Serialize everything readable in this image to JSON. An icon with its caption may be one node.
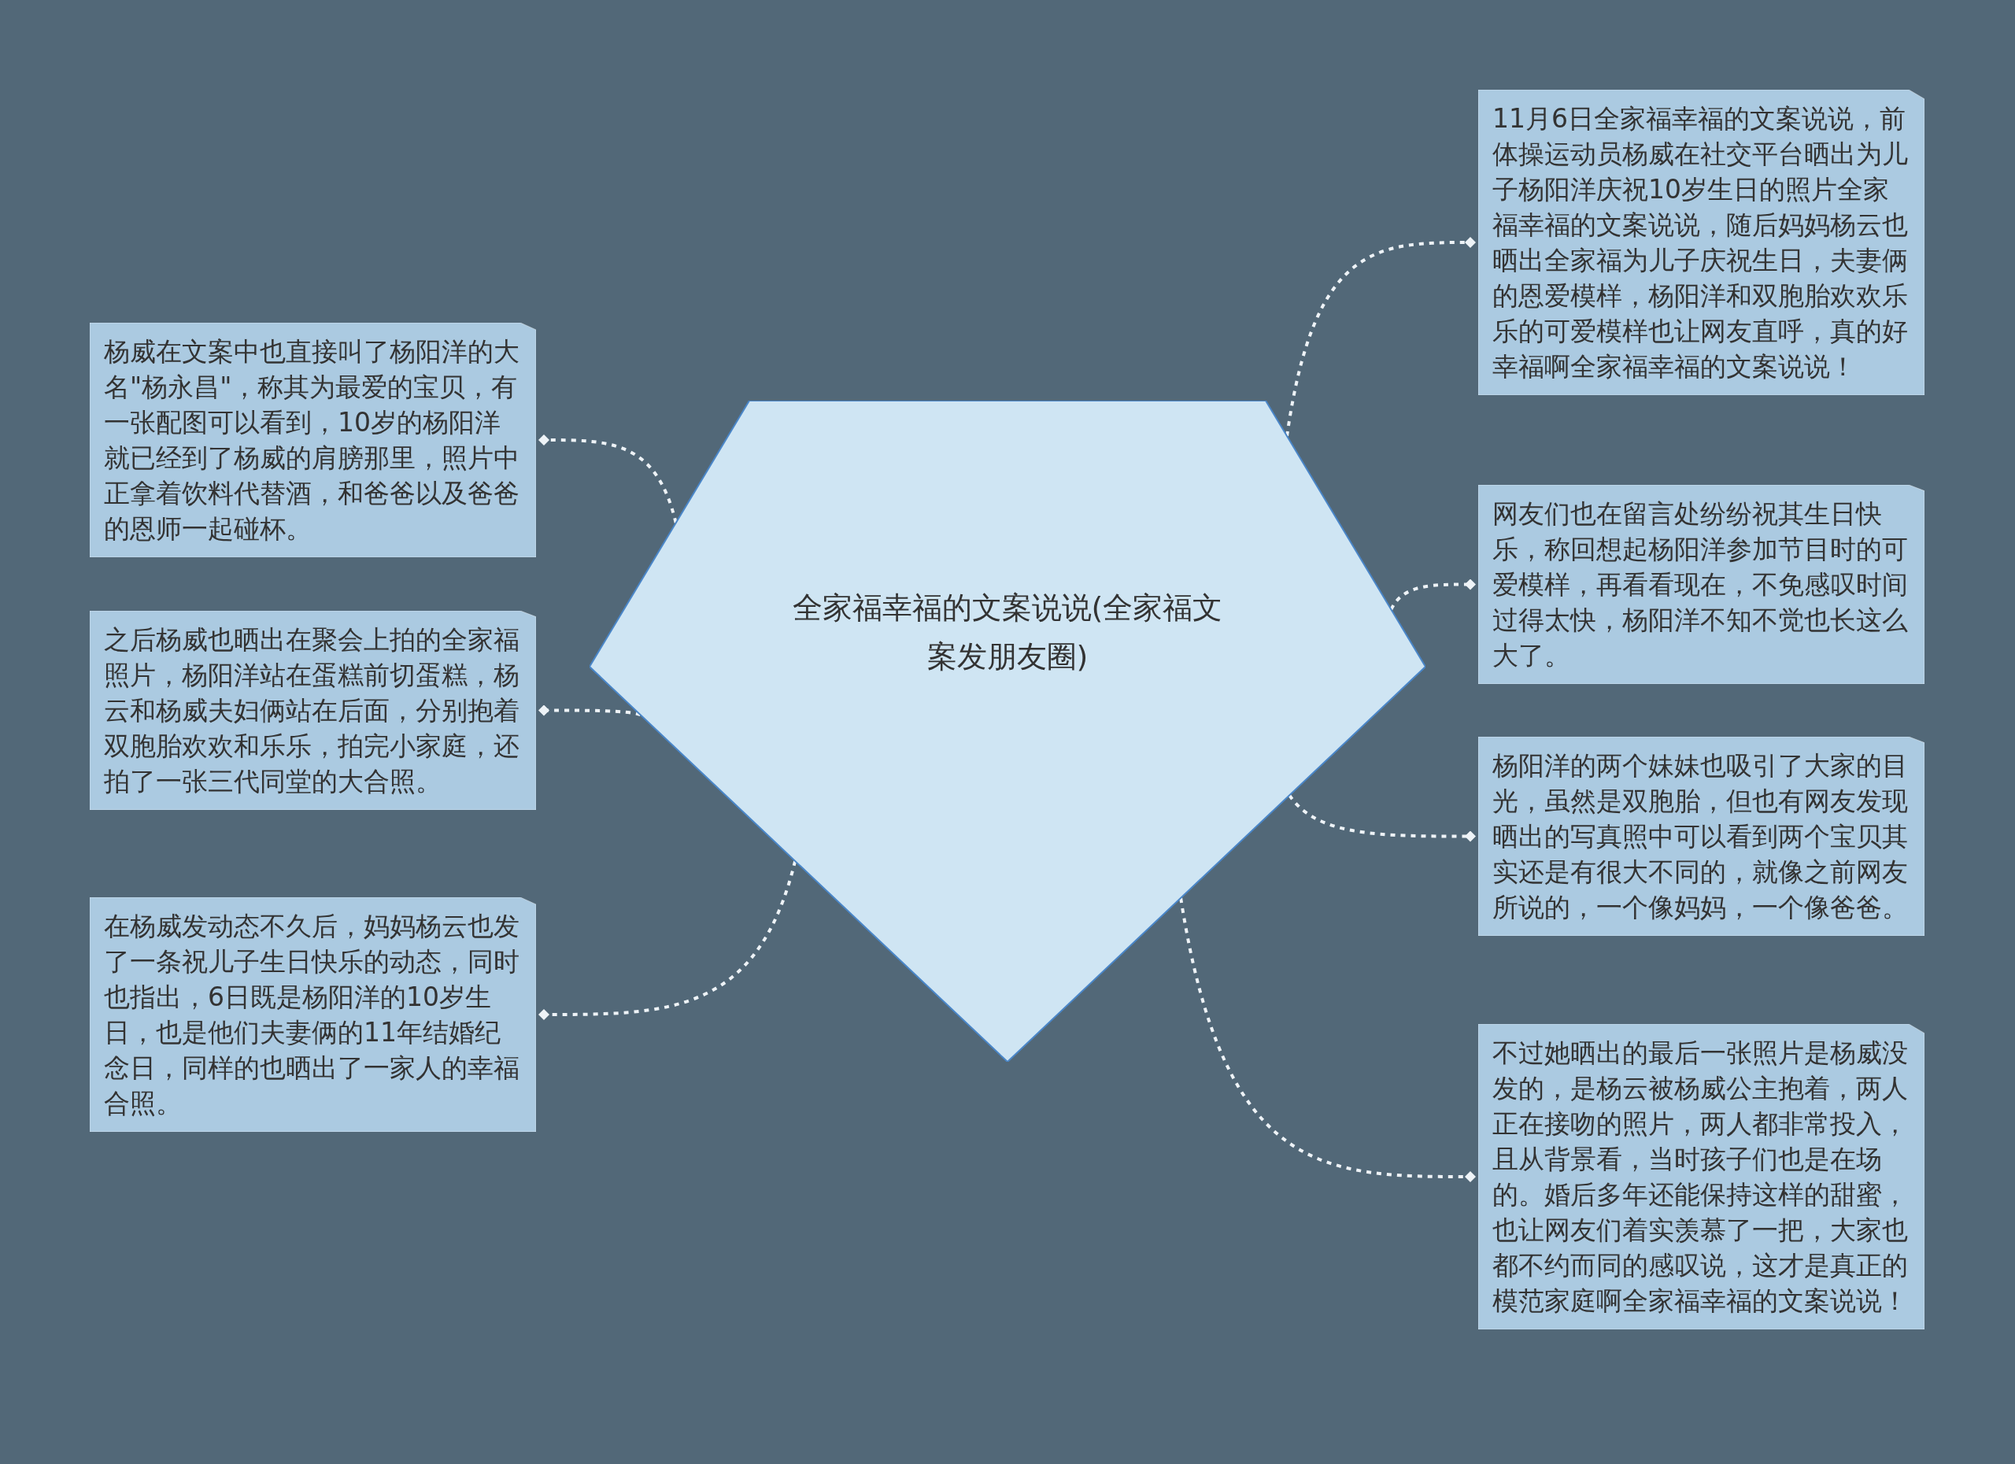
{
  "diagram": {
    "nodes": [
      {
        "text": [
          "全家福幸福的文案说说(全家福文案发朋友圈)"
        ]
      },
      {
        "text": [
          "杨威在文案中也直接叫了杨阳洋的大名\"杨永昌\"，称其为最爱的宝贝，有一张配图可以看到，10岁的杨阳洋就已经到了杨威的肩膀那里，照片中正拿着饮料代替酒，和爸爸以及爸爸的恩师一起碰杯。"
        ]
      },
      {
        "text": [
          "之后杨威也晒出在聚会上拍的全家福照片，杨阳洋站在蛋糕前切蛋糕，杨云和杨威夫妇俩站在后面，分别抱着双胞胎欢欢和乐乐，拍完小家庭，还拍了一张三代同堂的大合照。"
        ]
      },
      {
        "text": [
          "在杨威发动态不久后，妈妈杨云也发了一条祝儿子生日快乐的动态，同时也指出，6日既是杨阳洋的10岁生日，也是他们夫妻俩的11年结婚纪念日，同样的也晒出了一家人的幸福合照。"
        ]
      },
      {
        "text": [
          "11月6日全家福幸福的文案说说，前体操运动员杨威在社交平台晒出为儿子杨阳洋庆祝10岁生日的照片全家福幸福的文案说说，随后妈妈杨云也晒出全家福为儿子庆祝生日，夫妻俩的恩爱模样，杨阳洋和双胞胎欢欢乐乐的可爱模样也让网友直呼，真的好幸福啊全家福幸福的文案说说！"
        ]
      },
      {
        "text": [
          "网友们也在留言处纷纷祝其生日快乐，称回想起杨阳洋参加节目时的可爱模样，再看看现在，不免感叹时间过得太快，杨阳洋不知不觉也长这么大了。"
        ]
      },
      {
        "text": [
          "杨阳洋的两个妹妹也吸引了大家的目光，虽然是双胞胎，但也有网友发现晒出的写真照中可以看到两个宝贝其实还是有很大不同的，就像之前网友所说的，一个像妈妈，一个像爸爸。"
        ]
      },
      {
        "text": [
          "不过她晒出的最后一张照片是杨威没发的，是杨云被杨威公主抱着，两人正在接吻的照片，两人都非常投入，且从背景看，当时孩子们也是在场的。婚后多年还能保持这样的甜蜜，也让网友们着实羡慕了一把，大家也都不约而同的感叹说，这才是真正的模范家庭啊全家福幸福的文案说说！"
        ]
      }
    ],
    "edges": [
      {
        "from": 0,
        "to": 1,
        "arrow": "other",
        "style": "dashed"
      },
      {
        "from": 0,
        "to": 2,
        "arrow": "other",
        "style": "dashed"
      },
      {
        "from": 0,
        "to": 3,
        "arrow": "other",
        "style": "dashed"
      },
      {
        "from": 0,
        "to": 4,
        "arrow": "other",
        "style": "dashed"
      },
      {
        "from": 0,
        "to": 5,
        "arrow": "other",
        "style": "dashed"
      },
      {
        "from": 0,
        "to": 6,
        "arrow": "other",
        "style": "dashed"
      },
      {
        "from": 0,
        "to": 7,
        "arrow": "other",
        "style": "dashed"
      }
    ]
  }
}
